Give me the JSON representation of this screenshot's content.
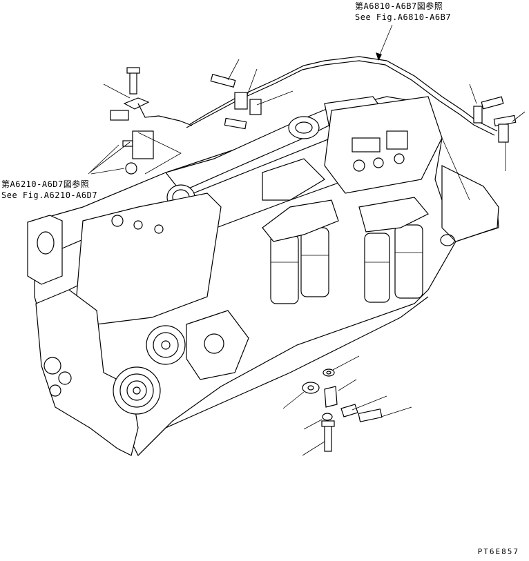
{
  "references": {
    "top_ja": "第A6810-A6B7図参照",
    "top_en": "See Fig.A6810-A6B7",
    "left_ja": "第A6210-A6D7図参照",
    "left_en": "See Fig.A6210-A6D7"
  },
  "drawing_code": "PT6E857"
}
